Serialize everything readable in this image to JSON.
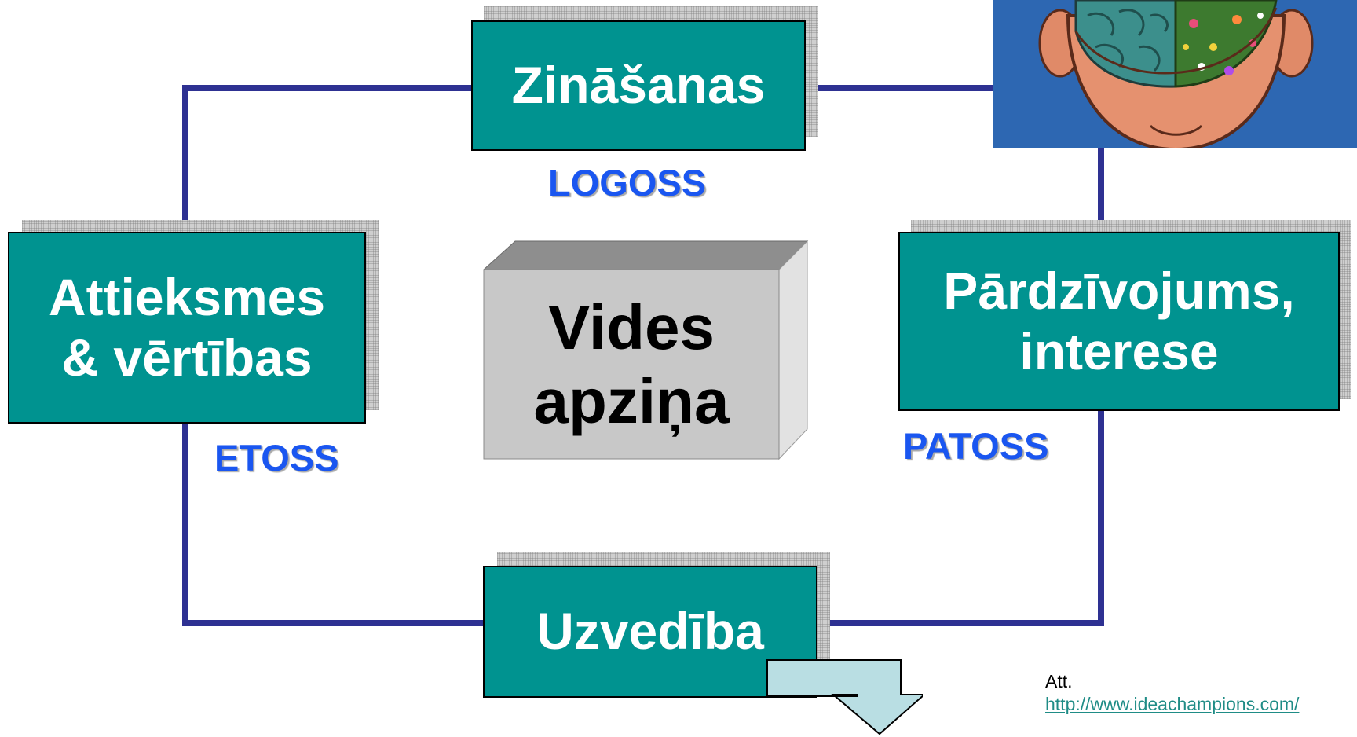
{
  "diagram": {
    "nodes": {
      "knowledge": "Zināšanas",
      "attitudes": "Attieksmes\n& vērtības",
      "experience": "Pārdzīvojums,\ninterese",
      "behaviour": "Uzvedība",
      "center": "Vides\napziņa"
    },
    "labels": {
      "logos": "LOGOSS",
      "ethos": "ETOSS",
      "pathos": "PATOSS"
    },
    "colors": {
      "box_fill": "#009390",
      "connector": "#2e3192",
      "label_text": "#1a56f0",
      "center_fill": "#c8c8c8",
      "arrow_fill": "#b9dee3",
      "image_bg": "#2d67b2"
    },
    "image": {
      "icon": "brain-illustration-icon"
    }
  },
  "credit": {
    "prefix": "Att.",
    "link": "http://www.ideachampions.com/"
  }
}
